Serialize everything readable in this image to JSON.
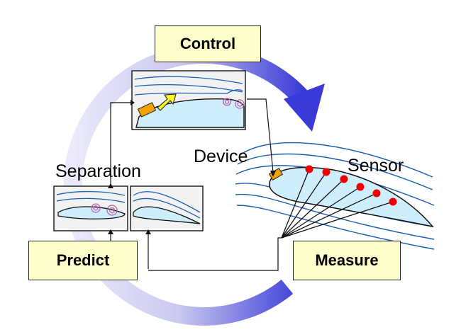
{
  "labels": {
    "control": "Control",
    "predict": "Predict",
    "measure": "Measure",
    "separation": "Separation",
    "device": "Device",
    "sensor": "Sensor"
  },
  "colors": {
    "cycle_arrow_light": "#e4e4f8",
    "cycle_arrow_dark": "#3a3ad8",
    "label_box_fill": "#fefecb",
    "panel_fill": "#f2f2f2",
    "airfoil_fill": "#cfeefc",
    "streamline": "#1a5fb0",
    "vortex": "#c05aa8",
    "device_orange": "#f5a200",
    "jet_yellow": "#ffff20",
    "sensor_dot": "#ee0000"
  }
}
